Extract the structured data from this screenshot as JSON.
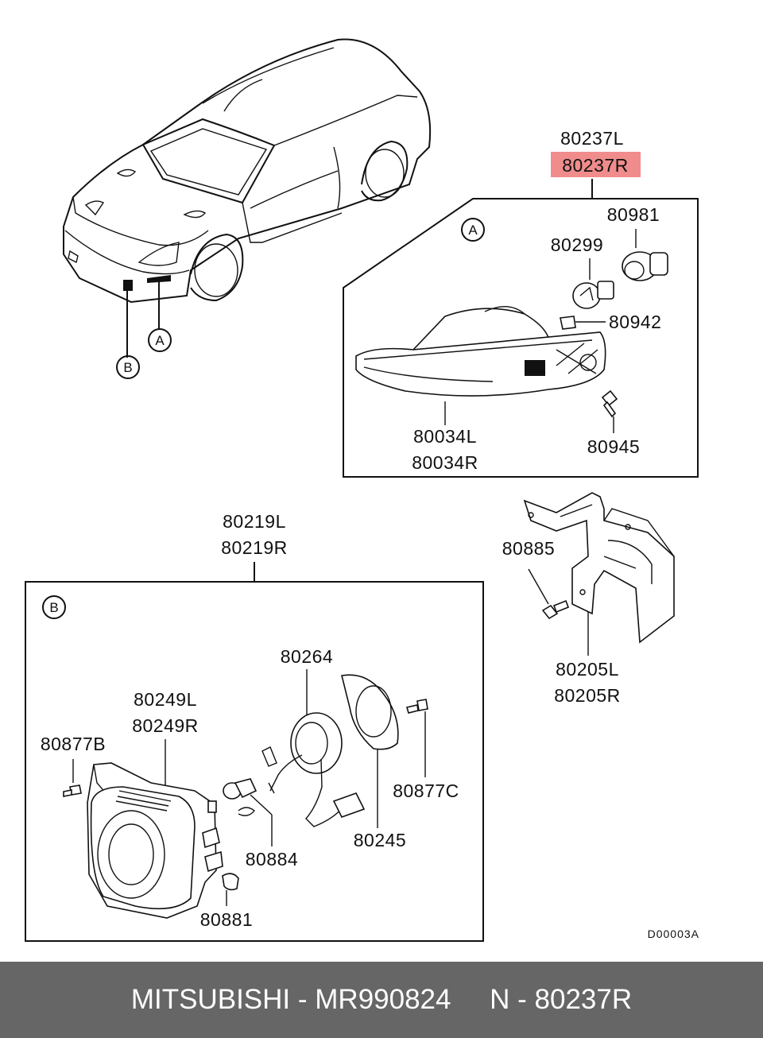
{
  "diagram": {
    "car_callouts": {
      "a": "A",
      "b": "B"
    },
    "turn_signal": {
      "assembly_l": "80237L",
      "assembly_r": "80237R",
      "section": "A",
      "socket": "80981",
      "bulb": "80299",
      "clip": "80942",
      "lens_l": "80034L",
      "lens_r": "80034R",
      "screw": "80945"
    },
    "bracket": {
      "bolt": "80885",
      "bracket_l": "80205L",
      "bracket_r": "80205R"
    },
    "fog_lamp": {
      "assembly_l": "80219L",
      "assembly_r": "80219R",
      "section": "B",
      "housing_l": "80249L",
      "housing_r": "80249R",
      "screw_left": "80877B",
      "harness": "80264",
      "gasket": "80245",
      "screw_right": "80877C",
      "bulb": "80884",
      "cap": "80881"
    },
    "drawing_code": "D00003A"
  },
  "highlight_color": "#f08c8c",
  "footer": {
    "brand": "MITSUBISHI",
    "sep1": " - ",
    "part_number": "MR990824",
    "gap": "     ",
    "n_label": "N",
    "sep2": " - ",
    "ref": "80237R"
  }
}
